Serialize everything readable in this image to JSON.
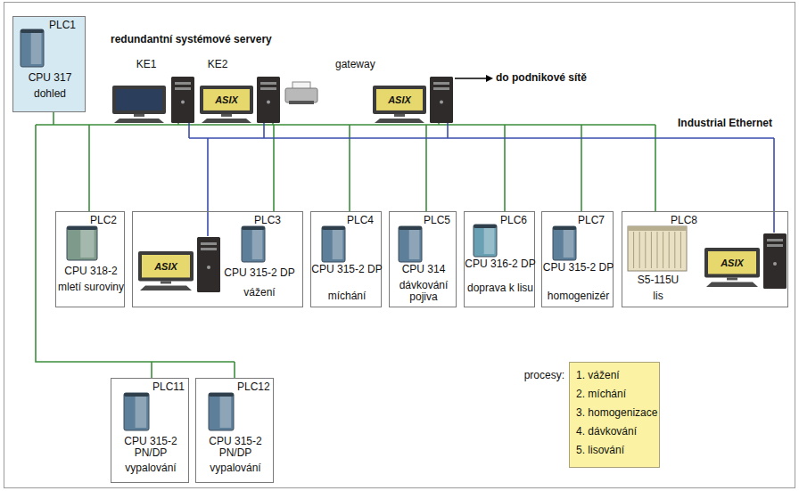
{
  "diagram": {
    "nodes": [
      {
        "text": [
          "PLC1",
          "CPU 317",
          "dohled"
        ]
      },
      {
        "text": [
          "KE1"
        ]
      },
      {
        "text": [
          "KE2",
          "ASIX"
        ]
      },
      {
        "text": [
          "gateway",
          "ASIX"
        ]
      },
      {
        "text": [
          "PLC2",
          "CPU 318-2",
          "mletí suroviny"
        ]
      },
      {
        "text": [
          "PLC3",
          "ASIX",
          "CPU 315-2 DP",
          "vážení"
        ]
      },
      {
        "text": [
          "PLC4",
          "CPU 315-2 DP",
          "míchání"
        ]
      },
      {
        "text": [
          "PLC5",
          "CPU 314",
          "dávkování pojiva"
        ]
      },
      {
        "text": [
          "PLC6",
          "CPU 316-2 DP",
          "doprava k lisu"
        ]
      },
      {
        "text": [
          "PLC7",
          "CPU 315-2 DP",
          "homogenizér"
        ]
      },
      {
        "text": [
          "PLC8",
          "ASIX",
          "S5-115U",
          "lis"
        ]
      },
      {
        "text": [
          "PLC11",
          "CPU 315-2 PN/DP",
          "vypalování"
        ]
      },
      {
        "text": [
          "PLC12",
          "CPU 315-2 PN/DP",
          "vypalování"
        ]
      },
      {
        "text": [
          "procesy:",
          "1. vážení",
          "2. míchání",
          "3. homogenizace",
          "4. dávkování",
          "5. lisování"
        ]
      }
    ],
    "labels": [
      "redundantní systémové servery",
      "do podnikové sítě",
      "Industrial Ethernet"
    ]
  }
}
